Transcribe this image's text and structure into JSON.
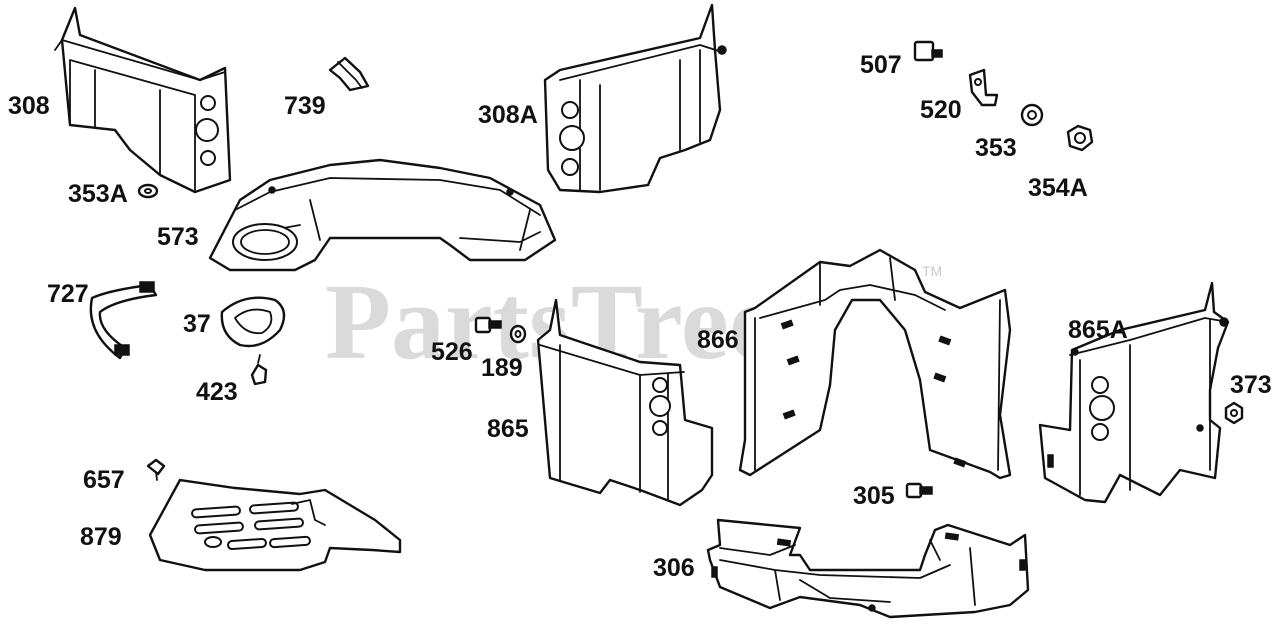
{
  "watermark": {
    "text": "PartsTree",
    "trademark": "TM"
  },
  "callouts": {
    "p308": "308",
    "p739": "739",
    "p308A": "308A",
    "p507": "507",
    "p520": "520",
    "p353": "353",
    "p354A": "354A",
    "p353A": "353A",
    "p573": "573",
    "p727": "727",
    "p37": "37",
    "p423": "423",
    "p526": "526",
    "p189": "189",
    "p866": "866",
    "p865A": "865A",
    "p373": "373",
    "p865": "865",
    "p657": "657",
    "p879": "879",
    "p305": "305",
    "p306": "306"
  }
}
